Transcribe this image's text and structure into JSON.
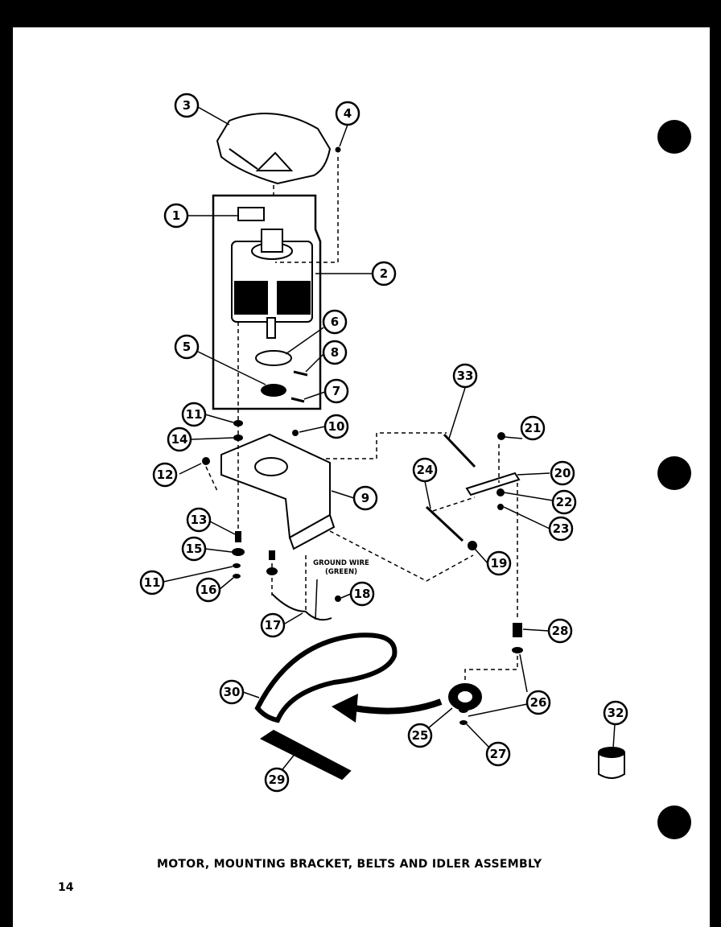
{
  "title": "MOTOR, MOUNTING BRACKET, BELTS AND IDLER ASSEMBLY",
  "page_number": "14",
  "ground_wire_label": "GROUND WIRE",
  "ground_wire_color": "(GREEN)",
  "callouts": [
    "1",
    "2",
    "3",
    "4",
    "5",
    "6",
    "7",
    "8",
    "9",
    "10",
    "11",
    "11",
    "12",
    "13",
    "14",
    "15",
    "16",
    "17",
    "18",
    "19",
    "20",
    "21",
    "22",
    "23",
    "24",
    "25",
    "26",
    "27",
    "28",
    "29",
    "30",
    "32",
    "33"
  ]
}
